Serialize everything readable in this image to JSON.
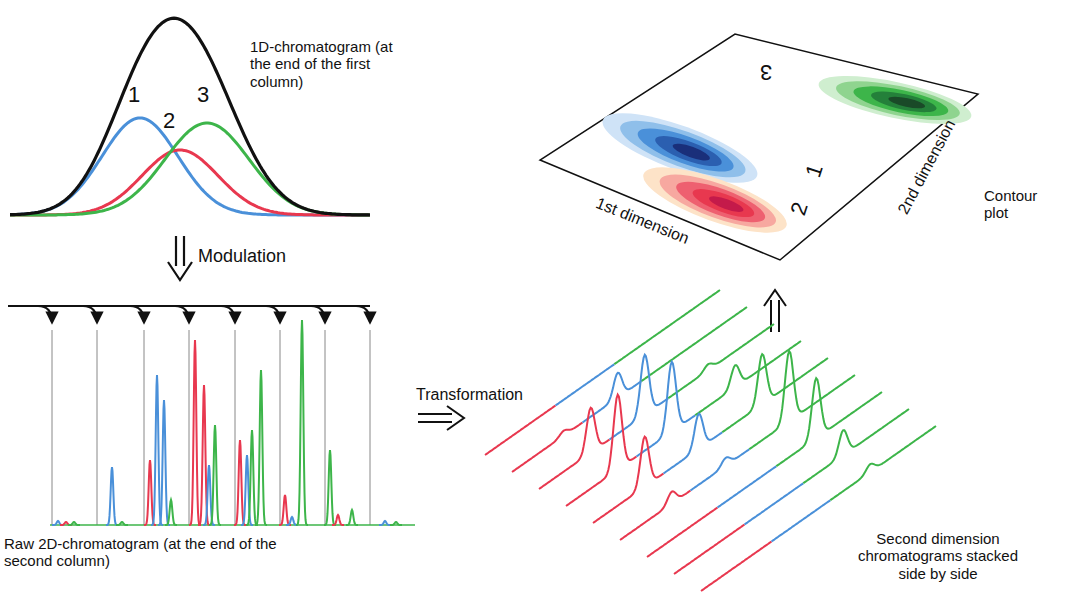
{
  "diagram": {
    "labels": [
      "1D-chromatogram (at the end of the first column)",
      "1",
      "2",
      "3",
      "Modulation",
      "Raw 2D-chromatogram (at the end of the second column)",
      "Transformation",
      "Second dimension chromatograms stacked side by side",
      "Contour plot",
      "1st dimension",
      "2nd dimension",
      "3",
      "1",
      "2"
    ]
  }
}
